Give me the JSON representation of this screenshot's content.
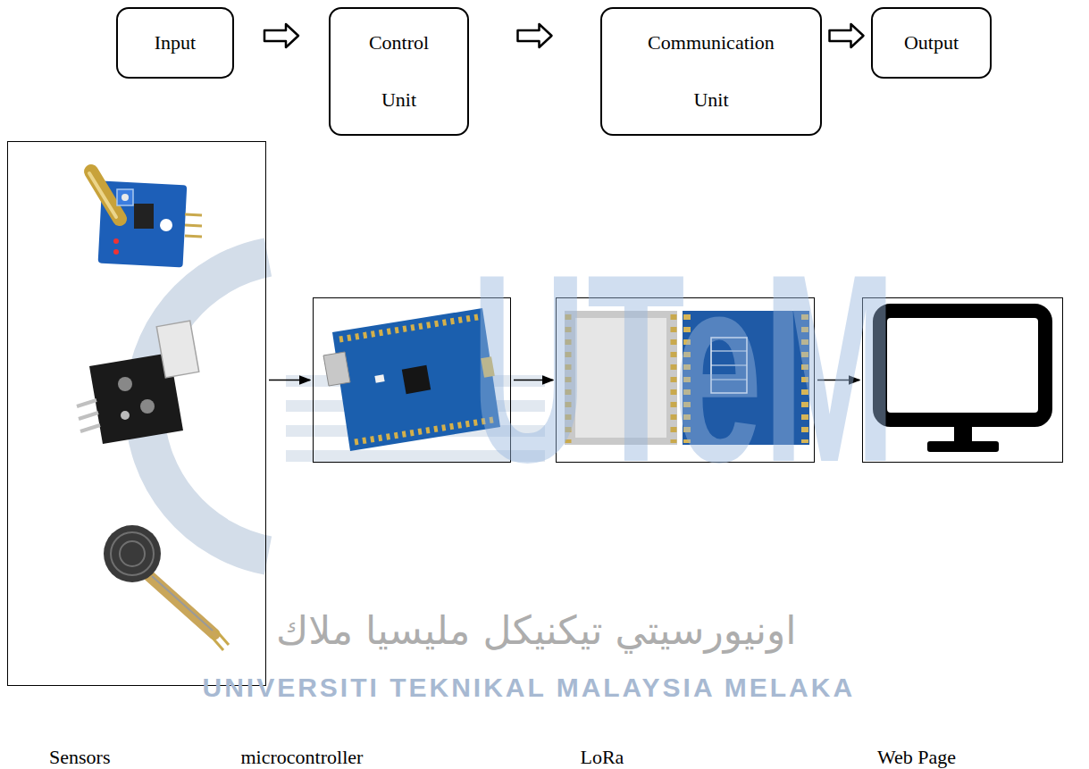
{
  "diagram": {
    "nodes": [
      {
        "text": [
          "Input"
        ]
      },
      {
        "text": [
          "Control Unit"
        ]
      },
      {
        "text": [
          "Communication Unit"
        ]
      },
      {
        "text": [
          "Output"
        ]
      },
      {
        "text": [
          "Sensors"
        ]
      },
      {
        "text": [
          "microcontroller"
        ]
      },
      {
        "text": [
          "LoRa"
        ]
      },
      {
        "text": [
          "Web Page"
        ]
      }
    ],
    "edges": [
      {
        "from": 0,
        "to": 1,
        "arrow": "to"
      },
      {
        "from": 1,
        "to": 2,
        "arrow": "to"
      },
      {
        "from": 2,
        "to": 3,
        "arrow": "to"
      },
      {
        "from": 4,
        "to": 5,
        "arrow": "to"
      },
      {
        "from": 5,
        "to": 6,
        "arrow": "to"
      },
      {
        "from": 6,
        "to": 7,
        "arrow": "to"
      }
    ],
    "labels": [
      "UTeM",
      "اونيورسيتي تيكنيكل مليسيا ملاك",
      "UNIVERSITI TEKNIKAL MALAYSIA MELAKA"
    ]
  }
}
